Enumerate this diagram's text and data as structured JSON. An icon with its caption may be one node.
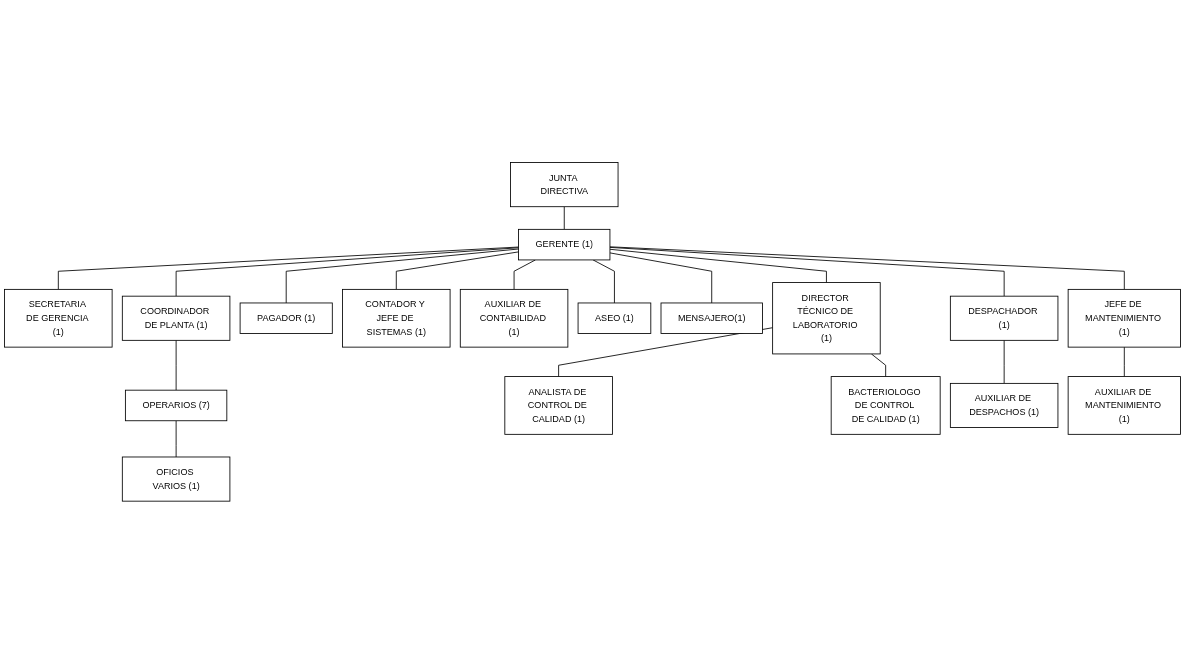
{
  "diagram": {
    "nodes": [
      {
        "text": [
          "JUNTA DIRECTIVA"
        ]
      },
      {
        "text": [
          "GERENTE (1)"
        ]
      },
      {
        "text": [
          "SECRETARIA DE GERENCIA (1)"
        ]
      },
      {
        "text": [
          "COORDINADOR DE PLANTA (1)"
        ]
      },
      {
        "text": [
          "OPERARIOS (7)"
        ]
      },
      {
        "text": [
          "OFICIOS VARIOS (1)"
        ]
      },
      {
        "text": [
          "PAGADOR (1)"
        ]
      },
      {
        "text": [
          "CONTADOR Y JEFE DE SISTEMAS (1)"
        ]
      },
      {
        "text": [
          "AUXILIAR DE CONTABILIDAD (1)"
        ]
      },
      {
        "text": [
          "ASEO (1)"
        ]
      },
      {
        "text": [
          "MENSAJERO(1)"
        ]
      },
      {
        "text": [
          "DIRECTOR TÉCNICO DE LABORATORIO (1)"
        ]
      },
      {
        "text": [
          "ANALISTA DE CONTROL DE CALIDAD (1)"
        ]
      },
      {
        "text": [
          "BACTERIOLOGO DE CONTROL DE CALIDAD (1)"
        ]
      },
      {
        "text": [
          "DESPACHADOR (1)"
        ]
      },
      {
        "text": [
          "AUXILIAR DE DESPACHOS (1)"
        ]
      },
      {
        "text": [
          "JEFE DE MANTENIMIENTO (1)"
        ]
      },
      {
        "text": [
          "AUXILIAR DE MANTENIMIENTO (1)"
        ]
      }
    ],
    "edges": [
      {
        "from": 0,
        "to": 1,
        "arrow": "none"
      },
      {
        "from": 1,
        "to": 2,
        "arrow": "none"
      },
      {
        "from": 1,
        "to": 3,
        "arrow": "none"
      },
      {
        "from": 1,
        "to": 6,
        "arrow": "none"
      },
      {
        "from": 1,
        "to": 7,
        "arrow": "none"
      },
      {
        "from": 1,
        "to": 8,
        "arrow": "none"
      },
      {
        "from": 1,
        "to": 9,
        "arrow": "none"
      },
      {
        "from": 1,
        "to": 10,
        "arrow": "none"
      },
      {
        "from": 1,
        "to": 11,
        "arrow": "none"
      },
      {
        "from": 1,
        "to": 14,
        "arrow": "none"
      },
      {
        "from": 1,
        "to": 16,
        "arrow": "none"
      },
      {
        "from": 3,
        "to": 4,
        "arrow": "none"
      },
      {
        "from": 4,
        "to": 5,
        "arrow": "none"
      },
      {
        "from": 11,
        "to": 12,
        "arrow": "none"
      },
      {
        "from": 11,
        "to": 13,
        "arrow": "none"
      },
      {
        "from": 14,
        "to": 15,
        "arrow": "none"
      },
      {
        "from": 16,
        "to": 17,
        "arrow": "none"
      }
    ]
  }
}
